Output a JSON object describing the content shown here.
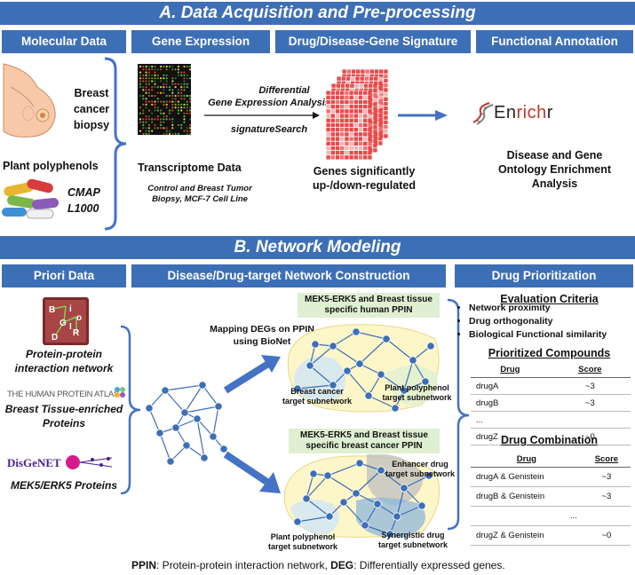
{
  "section_a": {
    "title": "A. Data Acquisition and Pre-processing",
    "headers": [
      "Molecular Data",
      "Gene Expression",
      "Drug/Disease-Gene Signature",
      "Functional Annotation"
    ],
    "breast_cancer_biopsy": "Breast cancer biopsy",
    "plant_polyphenols": "Plant polyphenols",
    "cmap": "CMAP",
    "l1000": "L1000",
    "transcriptome_title": "Transcriptome Data",
    "transcriptome_sub1": "Control and Breast Tumor",
    "transcriptome_sub2": "Biopsy, MCF-7 Cell Line",
    "differential_1": "Differential",
    "differential_2": "Gene Expression Analysis",
    "signature_search": "signatureSearch",
    "genes_1": "Genes significantly",
    "genes_2": "up-/down-regulated",
    "enrichr_en": "En",
    "enrichr_rich": "rich",
    "enrichr_r": "r",
    "enrichment_1": "Disease and Gene",
    "enrichment_2": "Ontology Enrichment",
    "enrichment_3": "Analysis"
  },
  "section_b": {
    "title": "B. Network Modeling",
    "headers": [
      "Priori Data",
      "Disease/Drug-target Network Construction",
      "Drug Prioritization"
    ],
    "ppi_1": "Protein-protein",
    "ppi_2": "interaction network",
    "hpa_logo": "THE HUMAN PROTEIN ATLAS",
    "hpa_1": "Breast Tissue-enriched",
    "hpa_2": "Proteins",
    "disgenet_logo": "DisGeNET",
    "mek5": "MEK5/ERK5 Proteins",
    "mapping_1": "Mapping DEGs on PPIN",
    "mapping_2": "using BioNet",
    "net1_tag_1": "MEK5-ERK5 and Breast tissue",
    "net1_tag_2": "specific human PPIN",
    "breast_cancer_sub_1": "Breast cancer",
    "breast_cancer_sub_2": "target subnetwork",
    "plant_sub_1": "Plant polyphenol",
    "plant_sub_2": "target subnetwork",
    "net2_tag_1": "MEK5-ERK5 and Breast tissue",
    "net2_tag_2": "specific breast cancer PPIN",
    "enhancer_1": "Enhancer drug",
    "enhancer_2": "target subnetwork",
    "plant2_1": "Plant polyphenol",
    "plant2_2": "target subnetwork",
    "synergistic_1": "Synergistic drug",
    "synergistic_2": "target subnetwork",
    "eval_title": "Evaluation Criteria",
    "criteria": [
      "Network proximity",
      "Drug orthogonality",
      "Biological Functional similarity"
    ],
    "prioritized_title": "Prioritized Compounds",
    "compounds_header": [
      "Drug",
      "Score"
    ],
    "compounds": [
      [
        "drugA",
        "~3"
      ],
      [
        "drugB",
        "~3"
      ],
      [
        "...",
        ""
      ],
      [
        "drugZ",
        "~0"
      ]
    ],
    "combination_title": "Drug Combination",
    "combination_header": [
      "Drug",
      "Score"
    ],
    "combinations": [
      [
        "drugA & Genistein",
        "~3"
      ],
      [
        "drugB & Genistein",
        "~3"
      ],
      [
        "...",
        ""
      ],
      [
        "drugZ & Genistein",
        "~0"
      ]
    ]
  },
  "footer": {
    "ppin": "PPIN",
    "ppin_def": ": Protein-protein interaction network, ",
    "deg": "DEG",
    "deg_def": ": Differentially expressed genes."
  },
  "colors": {
    "banner": "#3d6fb6",
    "brace": "#4472c4",
    "arrow": "#4472c4",
    "heatmap_red": "#e84a4a",
    "tag_green": "#dff0d2",
    "node": "#3d6fb6"
  }
}
